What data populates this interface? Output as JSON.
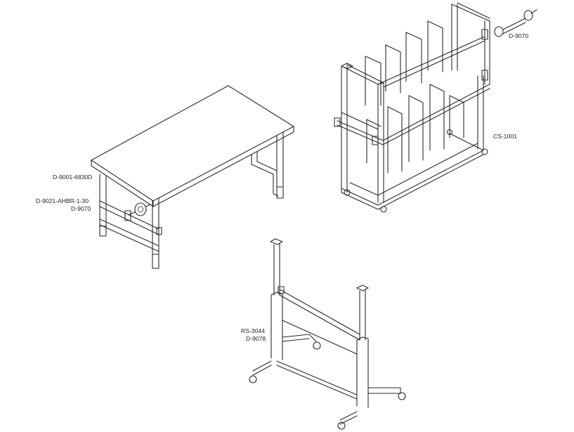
{
  "labels": {
    "table_top": "D-9001-6830D",
    "table_upright": "D-9021-AHBR-1-30",
    "table_reel": "D-9070",
    "cart_reel": "D-9070",
    "cart": "CS-1001",
    "stand": "RS-3044",
    "stand_reel": "D-9078"
  },
  "colors": {
    "line": "#2a2a2a",
    "background": "#ffffff"
  }
}
